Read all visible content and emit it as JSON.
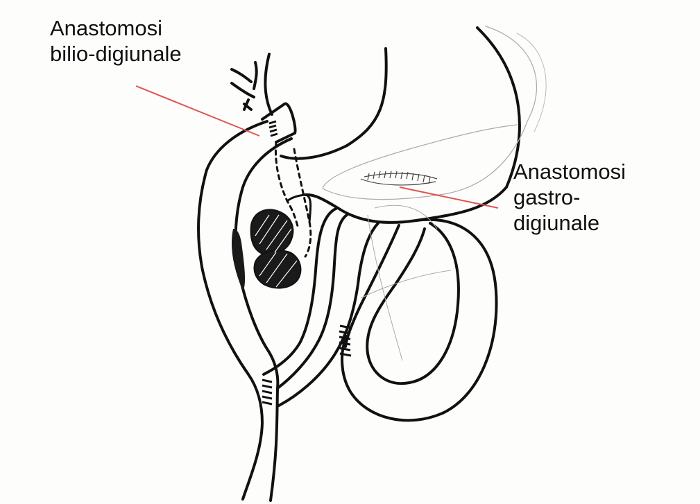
{
  "labels": {
    "bilio": {
      "line1": "Anastomosi",
      "line2": "bilio-digiunale"
    },
    "gastro": {
      "line1": "Anastomosi",
      "line2": "gastro-",
      "line3": "digiunale"
    }
  },
  "colors": {
    "ink": "#111111",
    "pointer": "#e0534f",
    "faint": "#9a9a9a",
    "paper": "#fdfdfc"
  }
}
